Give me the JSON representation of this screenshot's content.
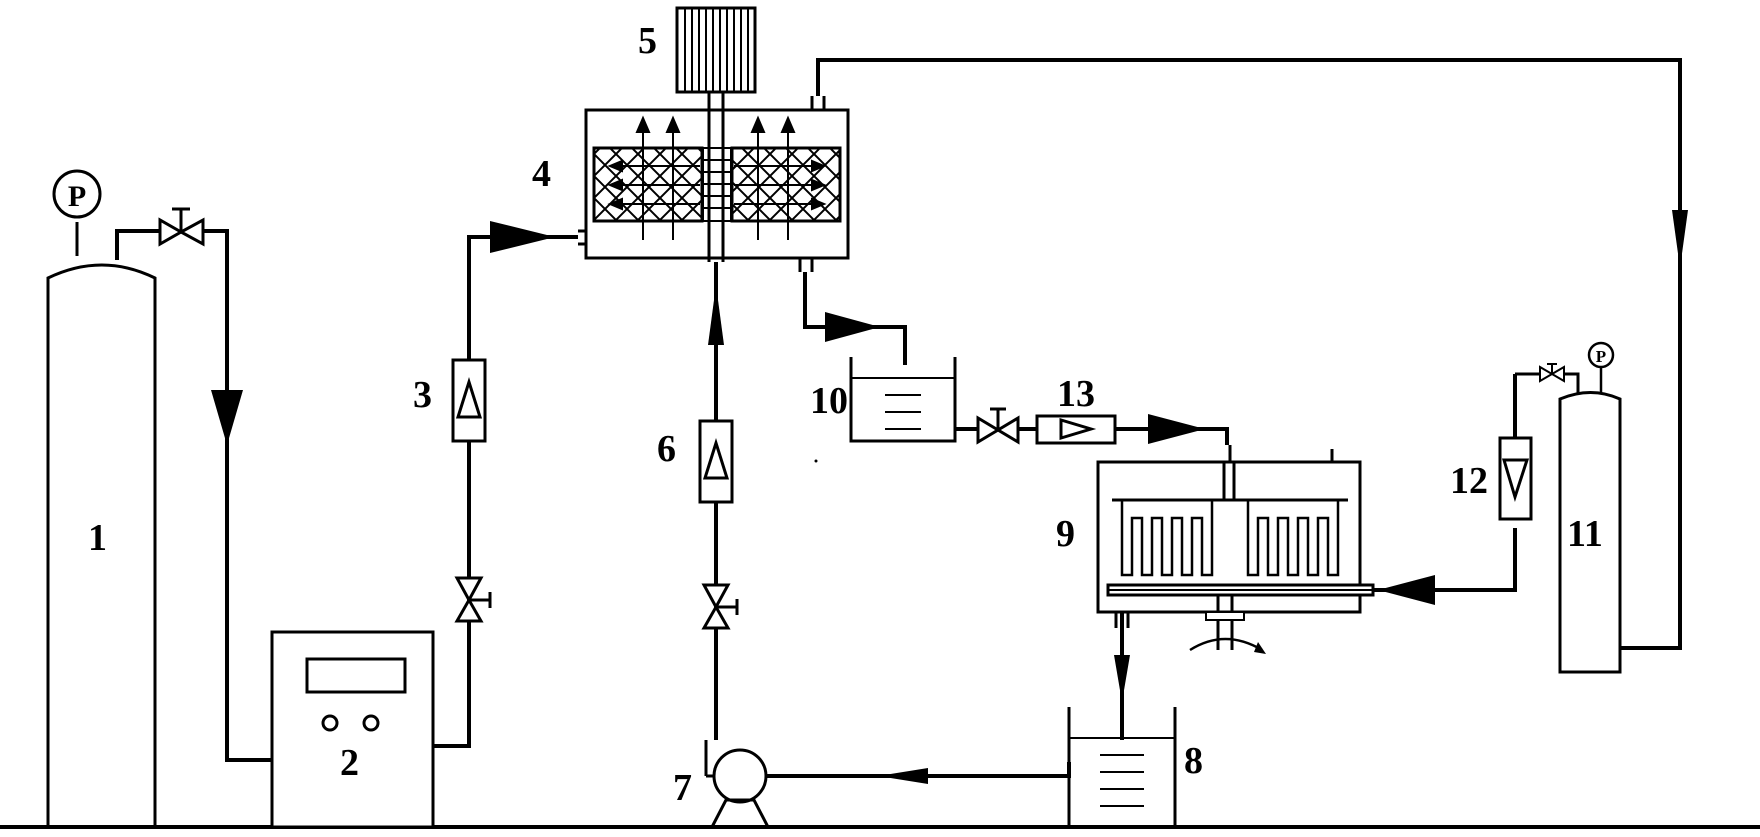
{
  "diagram": {
    "components": [
      {
        "id": "1",
        "label": "1"
      },
      {
        "id": "2",
        "label": "2"
      },
      {
        "id": "3",
        "label": "3"
      },
      {
        "id": "4",
        "label": "4"
      },
      {
        "id": "5",
        "label": "5"
      },
      {
        "id": "6",
        "label": "6"
      },
      {
        "id": "7",
        "label": "7"
      },
      {
        "id": "8",
        "label": "8"
      },
      {
        "id": "9",
        "label": "9"
      },
      {
        "id": "10",
        "label": "10"
      },
      {
        "id": "11",
        "label": "11"
      },
      {
        "id": "12",
        "label": "12"
      },
      {
        "id": "13",
        "label": "13"
      }
    ],
    "gauge_symbol": "P"
  }
}
